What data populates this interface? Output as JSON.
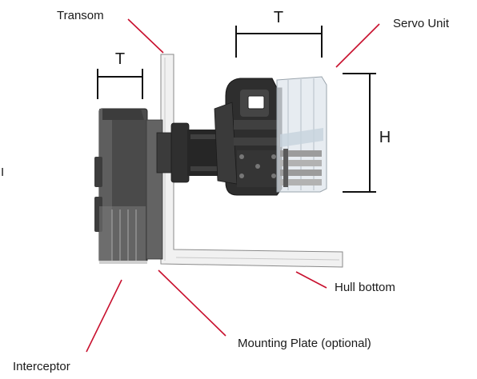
{
  "labels": {
    "transom": "Transom",
    "servo_unit": "Servo Unit",
    "hull_bottom": "Hull bottom",
    "mounting_plate": "Mounting Plate (optional)",
    "interceptor": "Interceptor",
    "dim_t_left": "T",
    "dim_t_top": "T",
    "dim_h": "H",
    "edge_mark": "I"
  },
  "colors": {
    "leader": "#c8102e",
    "dimension": "#111111",
    "plate_fill": "#f1f1f1",
    "plate_stroke": "#8a8a8a",
    "body_dark": "#3a3a3a",
    "body_mid": "#555555",
    "body_light": "#6c6c6c",
    "clear_housing": "#dfe6ec"
  }
}
